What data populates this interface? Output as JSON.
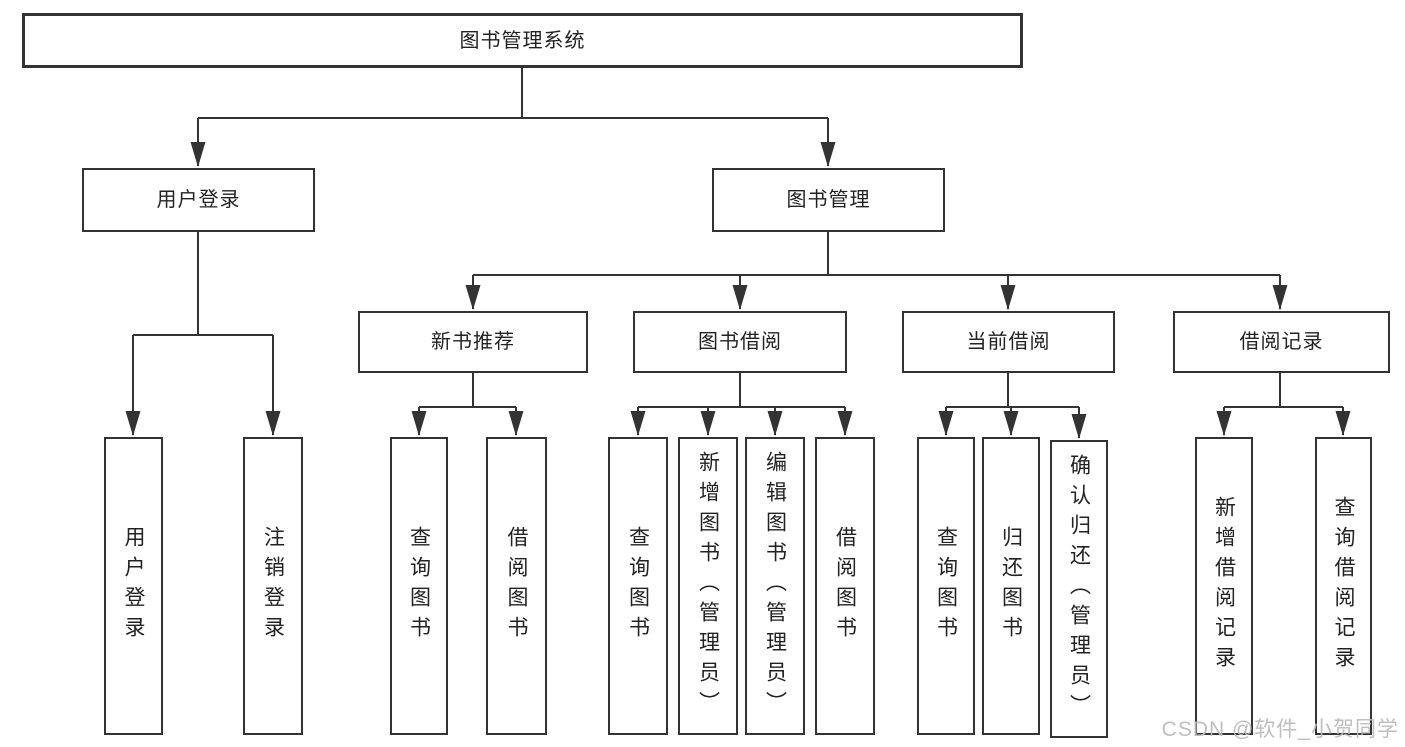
{
  "diagram": {
    "title": "图书管理系统",
    "type": "tree",
    "colors": {
      "line": "#333333",
      "border": "#333333",
      "text": "#222222",
      "background": "#ffffff",
      "watermark": "#bababa"
    },
    "watermark": "CSDN @软件_小贺同学",
    "nodes": [
      {
        "id": "root",
        "label": "图书管理系统",
        "parent": null,
        "level": 1
      },
      {
        "id": "login",
        "label": "用户登录",
        "parent": "root",
        "level": 2
      },
      {
        "id": "mgmt",
        "label": "图书管理",
        "parent": "root",
        "level": 2
      },
      {
        "id": "newbook",
        "label": "新书推荐",
        "parent": "mgmt",
        "level": 3
      },
      {
        "id": "borrow",
        "label": "图书借阅",
        "parent": "mgmt",
        "level": 3
      },
      {
        "id": "current",
        "label": "当前借阅",
        "parent": "mgmt",
        "level": 3
      },
      {
        "id": "records",
        "label": "借阅记录",
        "parent": "mgmt",
        "level": 3
      },
      {
        "id": "user-login",
        "label": "用户登录",
        "parent": "login",
        "level": 4
      },
      {
        "id": "logout",
        "label": "注销登录",
        "parent": "login",
        "level": 4
      },
      {
        "id": "nb-query",
        "label": "查询图书",
        "parent": "newbook",
        "level": 4
      },
      {
        "id": "nb-borrow",
        "label": "借阅图书",
        "parent": "newbook",
        "level": 4
      },
      {
        "id": "bw-query",
        "label": "查询图书",
        "parent": "borrow",
        "level": 4
      },
      {
        "id": "bw-add",
        "label": "新增图书（管理员）",
        "parent": "borrow",
        "level": 4
      },
      {
        "id": "bw-edit",
        "label": "编辑图书（管理员）",
        "parent": "borrow",
        "level": 4
      },
      {
        "id": "bw-borrow",
        "label": "借阅图书",
        "parent": "borrow",
        "level": 4
      },
      {
        "id": "cur-query",
        "label": "查询图书",
        "parent": "current",
        "level": 4
      },
      {
        "id": "cur-return",
        "label": "归还图书",
        "parent": "current",
        "level": 4
      },
      {
        "id": "cur-confirm",
        "label": "确认归还（管理员）",
        "parent": "current",
        "level": 4
      },
      {
        "id": "rec-add",
        "label": "新增借阅记录",
        "parent": "records",
        "level": 4
      },
      {
        "id": "rec-query",
        "label": "查询借阅记录",
        "parent": "records",
        "level": 4
      }
    ]
  }
}
